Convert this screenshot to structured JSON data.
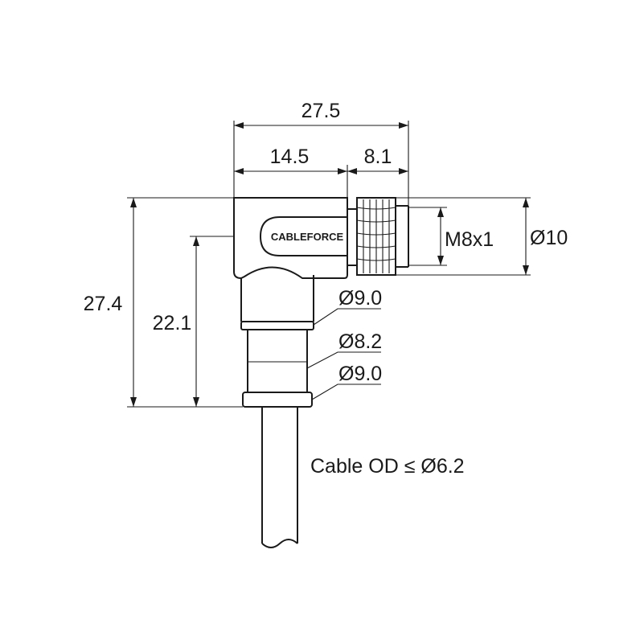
{
  "brand_label": "CABLEFORCE",
  "dimensions": {
    "total_width": "27.5",
    "body_width": "14.5",
    "nut_width": "8.1",
    "total_height": "27.4",
    "cable_axis_height": "22.1",
    "thread": "M8x1",
    "nut_diameter": "Ø10",
    "collar_top": "Ø9.0",
    "sleeve": "Ø8.2",
    "collar_bottom": "Ø9.0"
  },
  "cable_note": "Cable OD ≤ Ø6.2"
}
